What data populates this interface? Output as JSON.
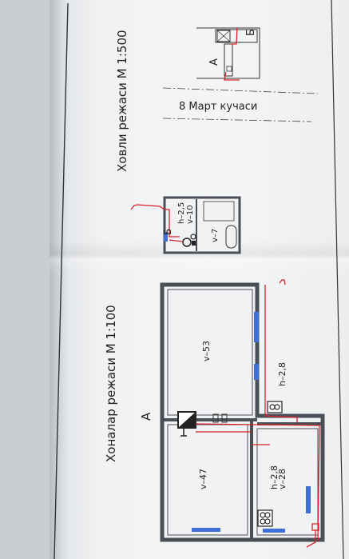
{
  "site_plan": {
    "title": "Ховли режаси М 1:500",
    "street": "8 Март кучаси",
    "mark_a": "А",
    "mark_b": "Б"
  },
  "floor_plan": {
    "title": "Хоналар режаси М 1:100",
    "mark_a": "А",
    "mark_b": "Б"
  },
  "rooms": {
    "bath": {
      "h": "h–2,5",
      "v": "v–10"
    },
    "wc": {
      "v": "v–7"
    },
    "big_room": {
      "v": "v–53"
    },
    "hall": {
      "h": "h–2,8"
    },
    "left_room": {
      "v": "v–47"
    },
    "kitchen": {
      "h": "h–2,8",
      "v": "v–28"
    }
  },
  "colors": {
    "pipe": "#d8212a",
    "wall": "#4a4f57",
    "window": "#3d6fd6",
    "ink": "#222222"
  }
}
